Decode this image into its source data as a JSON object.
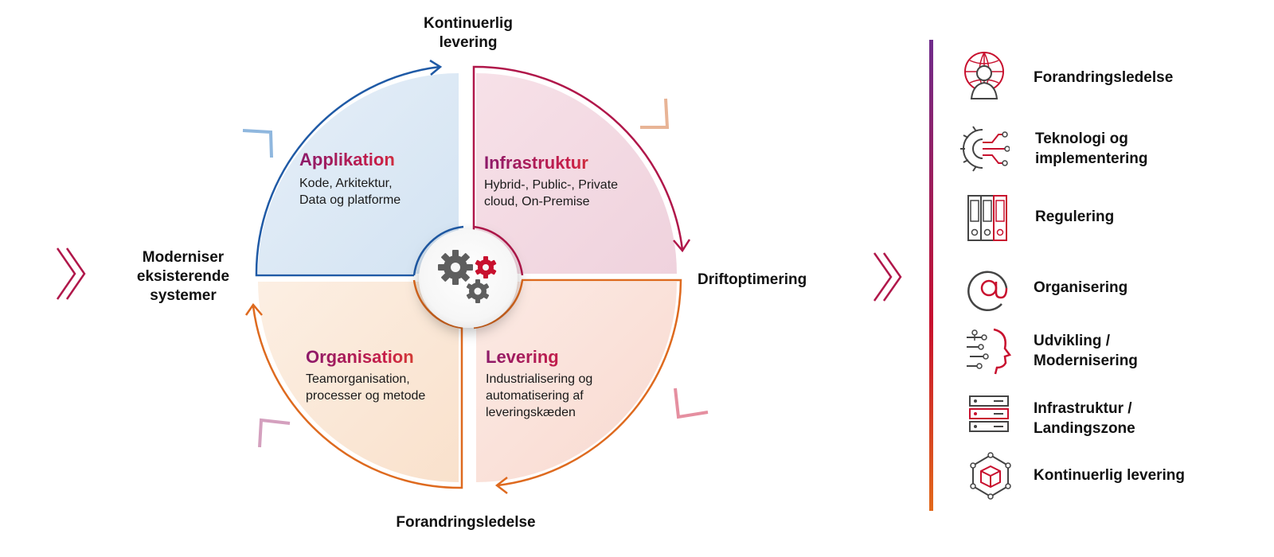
{
  "diagram": {
    "labels": {
      "top": "Kontinuerlig levering",
      "right": "Driftoptimering",
      "bottom": "Forandringsledelse",
      "left": "Moderniser eksisterende systemer"
    },
    "quadrants": {
      "applikation": {
        "title": "Applikation",
        "desc": "Kode, Arkitektur, Data og platforme"
      },
      "infrastruktur": {
        "title": "Infrastruktur",
        "desc": "Hybrid-, Public-, Private cloud, On-Premise"
      },
      "organisation": {
        "title": "Organisation",
        "desc": "Teamorganisation, processer og metode"
      },
      "levering": {
        "title": "Levering",
        "desc": "Industrialisering og automatisering af leveringskæden"
      }
    },
    "center_icon": "gears-icon"
  },
  "legend": {
    "items": [
      {
        "label": "Forandringsledelse",
        "icon": "globe-person-icon"
      },
      {
        "label": "Teknologi og implementering",
        "icon": "gear-circuit-icon"
      },
      {
        "label": "Regulering",
        "icon": "binders-icon"
      },
      {
        "label": "Organisering",
        "icon": "at-sign-icon"
      },
      {
        "label": "Udvikling / Modernisering",
        "icon": "head-circuit-icon"
      },
      {
        "label": "Infrastruktur / Landingszone",
        "icon": "server-rack-icon"
      },
      {
        "label": "Kontinuerlig levering",
        "icon": "cube-network-icon"
      }
    ]
  },
  "colors": {
    "applikation_fill": "#dce9f5",
    "infrastruktur_fill": "#f4dbe4",
    "organisation_fill": "#fbe6d6",
    "levering_fill": "#fbe4dd",
    "arc_blue": "#1f5aa6",
    "arc_crimson": "#b0174a",
    "arc_orange": "#de6a1f",
    "brand_red": "#c8102e"
  }
}
